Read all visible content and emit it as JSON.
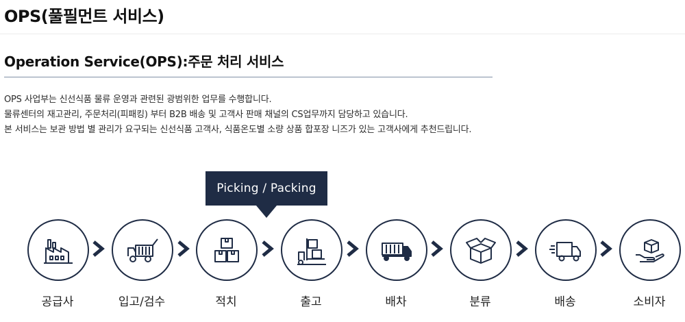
{
  "page": {
    "title": "OPS(풀필먼트 서비스)",
    "section_title": "Operation Service(OPS):주문 처리 서비스"
  },
  "description": [
    "OPS 사업부는 신선식품 물류 운영과 관련된 광범위한 업무를 수행합니다.",
    "물류센터의 재고관리, 주문처리(피패킹) 부터 B2B 배송 및 고객사 판매 채널의 CS업무까지 담당하고 있습니다.",
    "본 서비스는 보관 방법 별 관리가 요구되는 신선식품 고객사, 식품온도별 소량 상품 합포장 니즈가 있는 고객사에게 추천드립니다."
  ],
  "process": {
    "callout": "Picking / Packing",
    "steps": [
      {
        "label": "공급사",
        "icon": "factory-icon"
      },
      {
        "label": "입고/검수",
        "icon": "garbage-truck-icon"
      },
      {
        "label": "적치",
        "icon": "stacked-boxes-icon"
      },
      {
        "label": "출고",
        "icon": "forklift-icon"
      },
      {
        "label": "배차",
        "icon": "container-truck-icon"
      },
      {
        "label": "분류",
        "icon": "open-box-icon"
      },
      {
        "label": "배송",
        "icon": "delivery-truck-icon"
      },
      {
        "label": "소비자",
        "icon": "hand-box-icon"
      }
    ]
  },
  "colors": {
    "navy": "#1f2c45",
    "rule": "#7f8fa6",
    "text": "#2b2b2b"
  }
}
